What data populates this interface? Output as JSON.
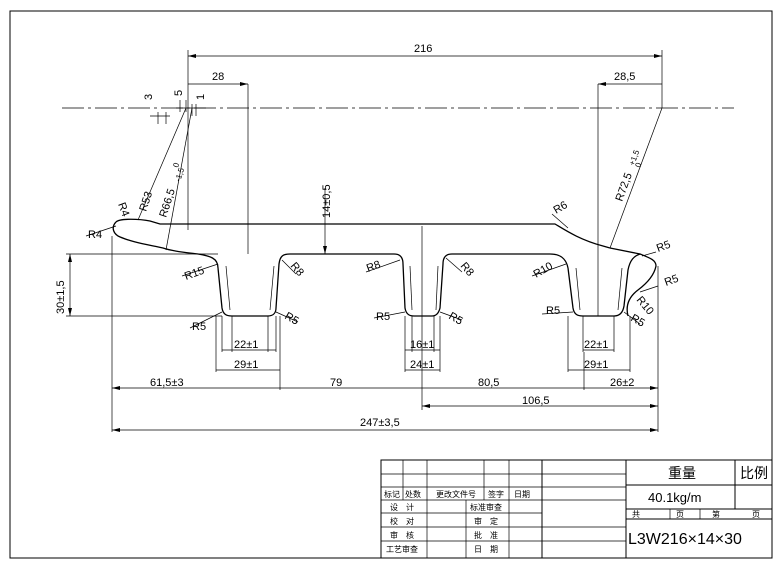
{
  "dimensions": {
    "d216": "216",
    "d28": "28",
    "d28_5": "28,5",
    "d3": "3",
    "d5": "5",
    "d1": "1",
    "R4a": "R4",
    "R4b": "R4",
    "R53": "R53",
    "R66": "R66,5",
    "R66tol": "-1,5",
    "R66tol0": "0",
    "d14": "14±0,5",
    "R6": "R6",
    "R72": "R72,5",
    "R72tol": "+1,5",
    "R72tol0": "0",
    "d30": "30±1,5",
    "R15": "R15",
    "R8a": "R8",
    "R8b": "R8",
    "R8c": "R8",
    "R10a": "R10",
    "R5a": "R5",
    "R5b": "R5",
    "R5c": "R5",
    "R5d": "R5",
    "R5e": "R5",
    "R5f": "R5",
    "R5g": "R5",
    "R5h": "R5",
    "R10b": "R10",
    "d22a": "22±1",
    "d29a": "29±1",
    "d16": "16±1",
    "d24": "24±1",
    "d22b": "22±1",
    "d29b": "29±1",
    "d61": "61,5±3",
    "d79": "79",
    "d80": "80,5",
    "d26": "26±2",
    "d106": "106,5",
    "d247": "247±3,5"
  },
  "title_block": {
    "headers": [
      "标记",
      "处数",
      "更改文件号",
      "签字",
      "日期"
    ],
    "rows": [
      {
        "left": "设　计",
        "right": "标准审查"
      },
      {
        "left": "校　对",
        "right": "审　定"
      },
      {
        "left": "审　核",
        "right": "批　准"
      },
      {
        "left": "工艺审查",
        "right": "日　期"
      }
    ],
    "weight_label": "重量",
    "scale_label": "比例",
    "weight_value": "40.1kg/m",
    "sheet_total": "共",
    "sheet_unit1": "页",
    "sheet_no": "第",
    "sheet_unit2": "页",
    "part_code": "L3W216×14×30"
  }
}
